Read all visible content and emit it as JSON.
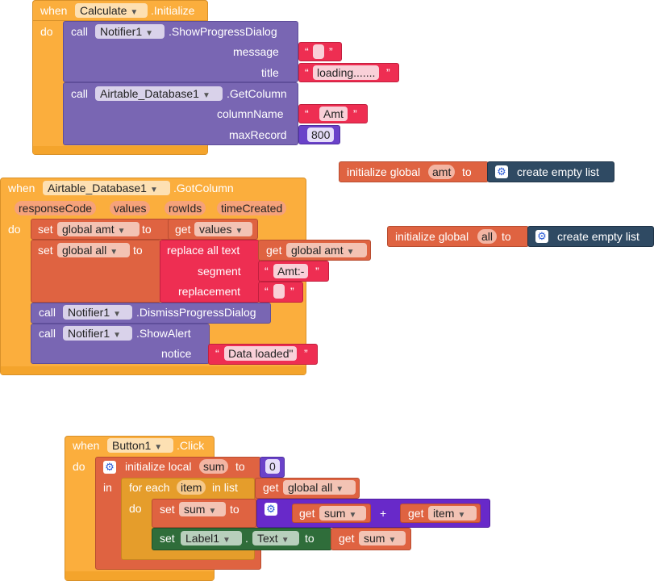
{
  "kw": {
    "when": "when",
    "do": "do",
    "call": "call",
    "set": "set",
    "to": "to",
    "get": "get",
    "in": "in",
    "for_each": "for each",
    "in_list": "in list",
    "quote_l": "“",
    "quote_r": "”",
    "plus": "+",
    "dot": "."
  },
  "block1": {
    "component": "Calculate",
    "event": ".Initialize",
    "call1": {
      "component": "Notifier1",
      "method": ".ShowProgressDialog",
      "arg1_label": "message",
      "arg1_value": "",
      "arg2_label": "title",
      "arg2_value": "loading......."
    },
    "call2": {
      "component": "Airtable_Database1",
      "method": ".GetColumn",
      "arg1_label": "columnName",
      "arg1_value": "Amt",
      "arg2_label": "maxRecord",
      "arg2_value": "800"
    }
  },
  "global_amt": {
    "label": "initialize global",
    "name": "amt",
    "to": "to",
    "value": "create empty list"
  },
  "global_all": {
    "label": "initialize global",
    "name": "all",
    "to": "to",
    "value": "create empty list"
  },
  "block2": {
    "component": "Airtable_Database1",
    "event": ".GotColumn",
    "params": [
      "responseCode",
      "values",
      "rowIds",
      "timeCreated"
    ],
    "set1": {
      "var": "global amt",
      "get": "values"
    },
    "set2": {
      "var": "global all",
      "func": "replace all text",
      "text_get": "global amt",
      "segment_label": "segment",
      "segment_value": "Amt:-",
      "replacement_label": "replacement",
      "replacement_value": ""
    },
    "call1": {
      "component": "Notifier1",
      "method": ".DismissProgressDialog"
    },
    "call2": {
      "component": "Notifier1",
      "method": ".ShowAlert",
      "arg_label": "notice",
      "arg_value": "Data loaded\""
    }
  },
  "block3": {
    "component": "Button1",
    "event": ".Click",
    "local": {
      "label": "initialize local",
      "name": "sum",
      "to": "to",
      "value": "0"
    },
    "foreach": {
      "item": "item",
      "list_get": "global all"
    },
    "set_sum": {
      "var": "sum",
      "left_get": "sum",
      "right_get": "item"
    },
    "set_label": {
      "component": "Label1",
      "property": "Text",
      "get": "sum"
    }
  },
  "colors": {
    "event": "#fbae3d",
    "procedure": "#7966b3",
    "variable": "#df6341",
    "text": "#ee2e52",
    "number": "#6a42c9",
    "list": "#2f4a63",
    "component": "#2f6d3a"
  },
  "icons": {
    "gear": "gear-icon",
    "dropdown": "dropdown-arrow-icon"
  }
}
